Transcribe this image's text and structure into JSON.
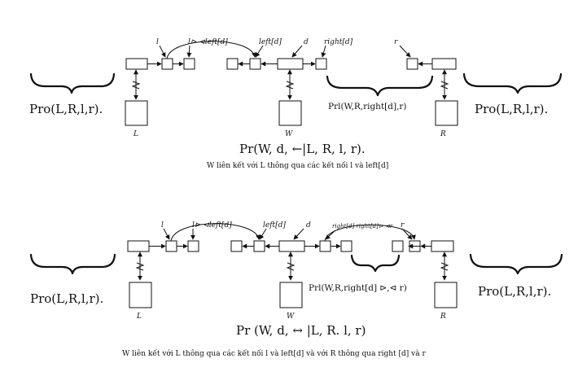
{
  "panel1": {
    "labels": {
      "l": "l",
      "l_left": "l⊳ ⊲left[d]",
      "left_d": "left[d]",
      "d": "d",
      "right_d": "right[d]",
      "r": "r",
      "L": "L",
      "W": "W",
      "R": "R"
    },
    "formulas": {
      "pro_left": "Pro(L,R,l,r).",
      "pro_right": "Pro(L,R,l,r).",
      "prl": "Prl(W,R,right[d],r)",
      "main": "Pr(W, d, ←|L, R, l, r)."
    },
    "caption": "W liên kết với  L thông qua các kết nối l và left[d]"
  },
  "panel2": {
    "labels": {
      "l": "l",
      "l_left": "l⊳ ⊲left[d]",
      "left_d": "left[d]",
      "d": "d",
      "right_pair": "right[d] right[d]⊳ ⊲r",
      "r": "r",
      "L": "L",
      "W": "W",
      "R": "R"
    },
    "formulas": {
      "pro_left": "Pro(L,R,l,r).",
      "pro_right": "Pro(L,R,l,r).",
      "prl": "Prl(W,R,right[d] ⊳,⊲ r)",
      "main": "Pr (W, d, ↔ |L, R. l, r)"
    },
    "caption": "W liên kết với  L thông qua các kết nối l và left[d] và với R thông qua right [d] và r"
  }
}
